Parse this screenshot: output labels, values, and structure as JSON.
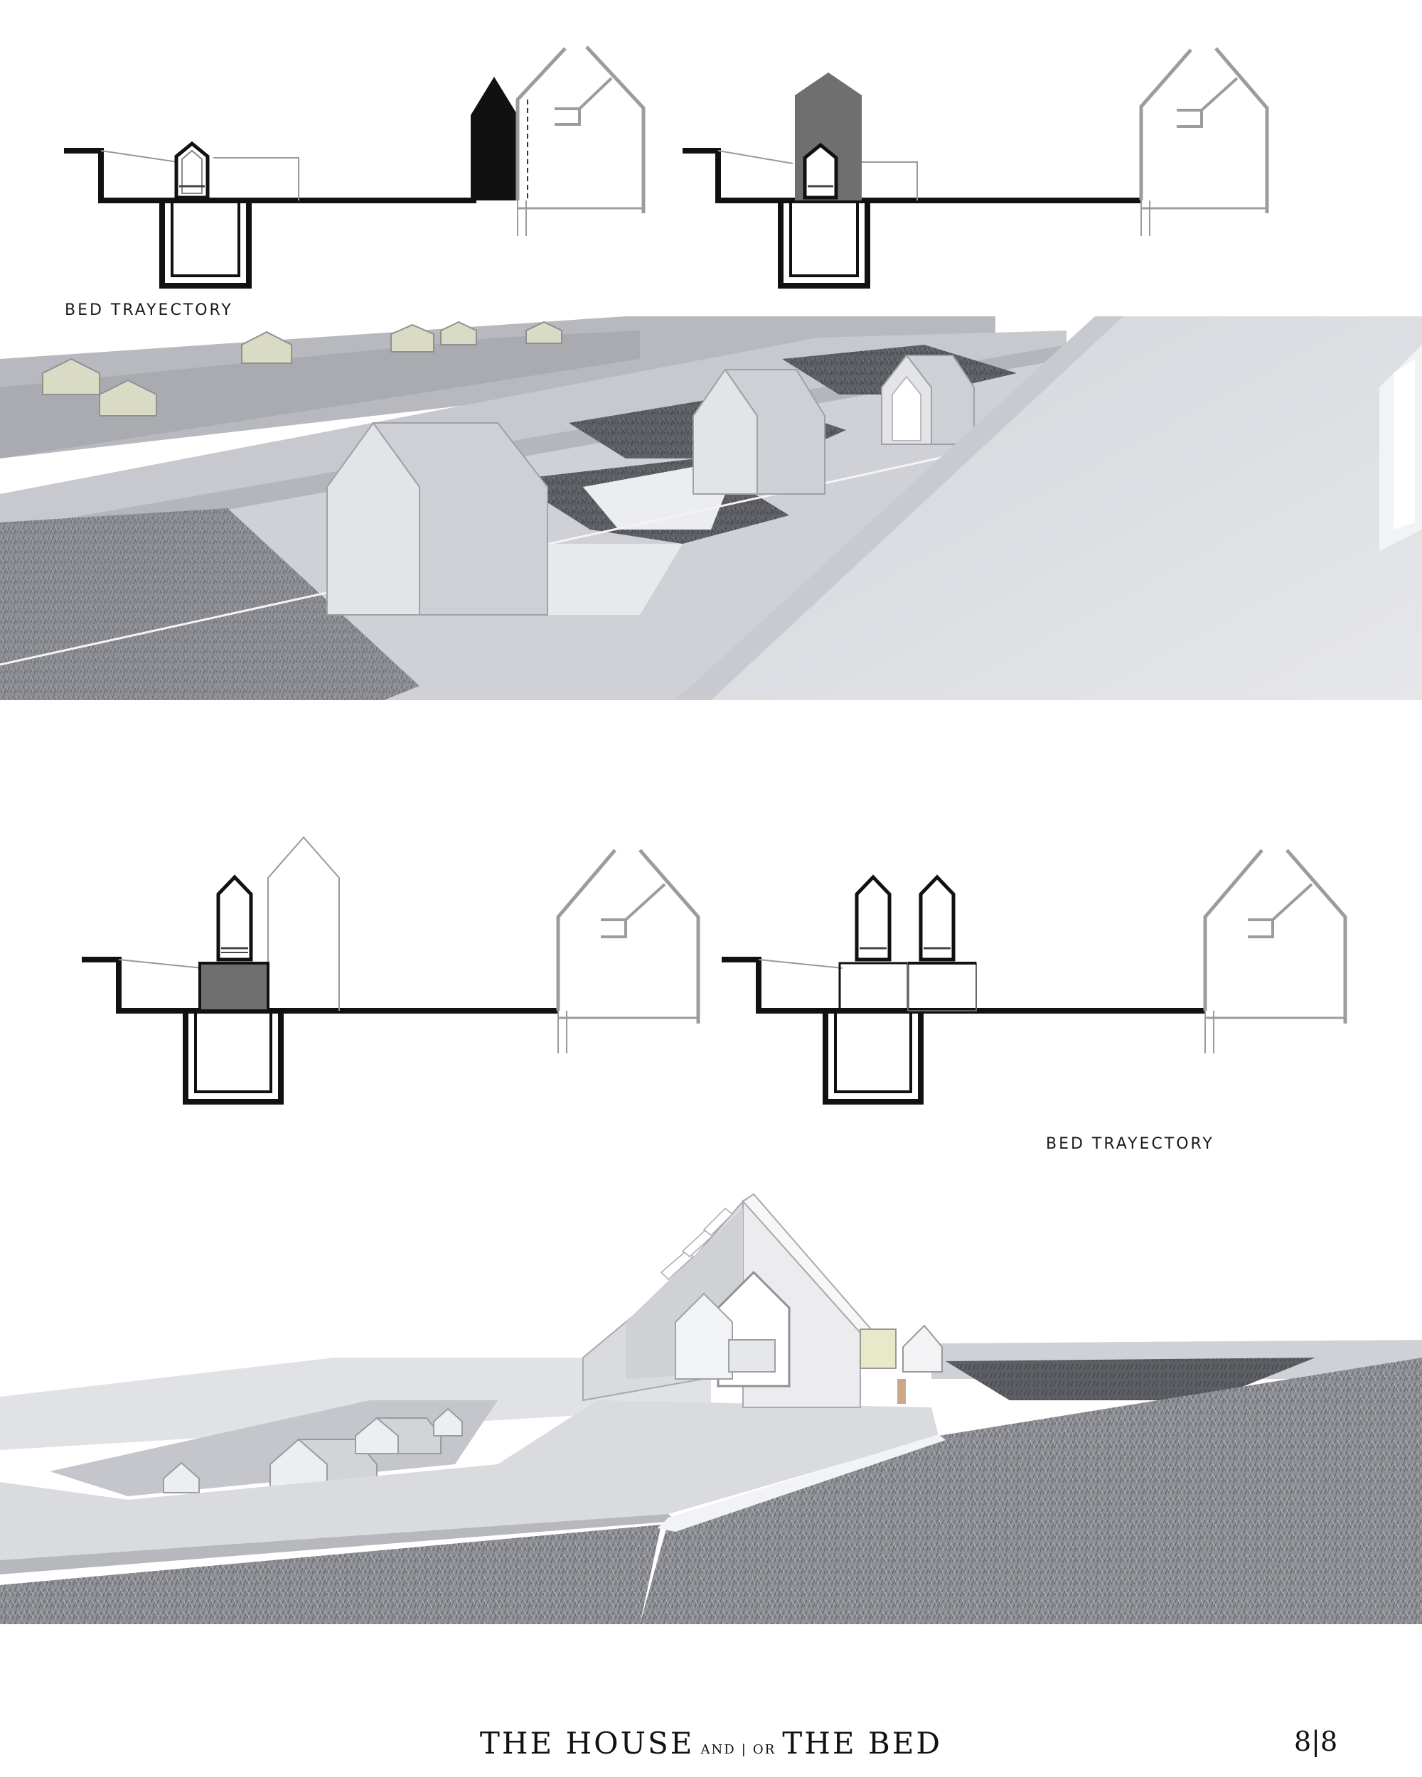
{
  "captions": {
    "top": "BED TRAYECTORY",
    "bottom": "BED TRAYECTORY"
  },
  "footer": {
    "title_part1": "THE HOUSE",
    "connector_and": "AND",
    "divider": "|",
    "connector_or": "OR",
    "title_part2": "THE BED",
    "page_number": "8|8"
  },
  "colors": {
    "ink": "#111111",
    "light_line": "#9a9a9a",
    "bed_box_grey": "#6f6f6f",
    "render_surface": "#dfe1e6",
    "grass": "#8e9095",
    "background": "#ffffff"
  }
}
